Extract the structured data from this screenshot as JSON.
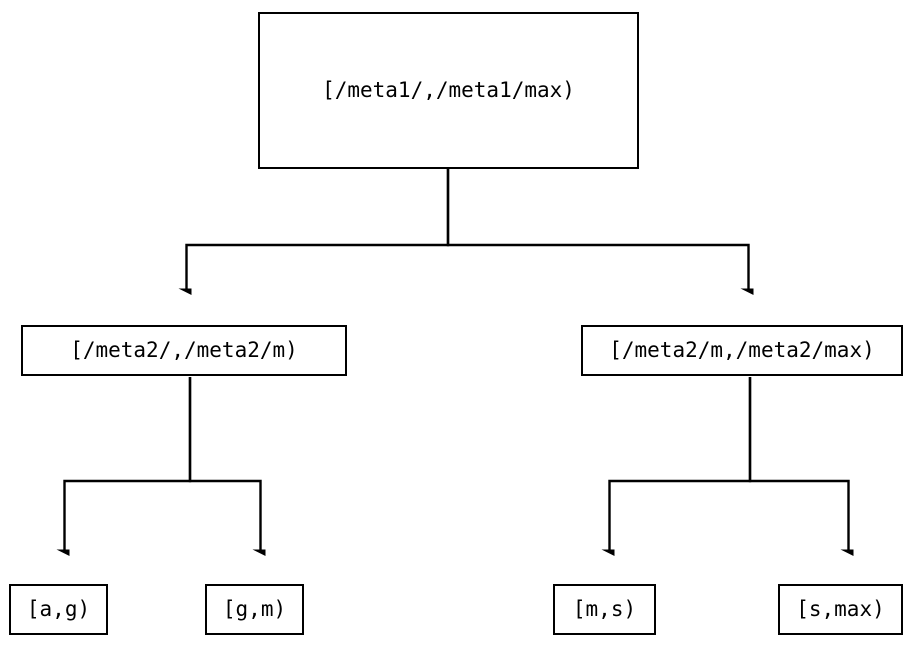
{
  "diagram": {
    "type": "tree",
    "orientation": "top-down",
    "background_color": "#ffffff",
    "line_color": "#000000",
    "box_border_color": "#000000",
    "box_fill_color": "#ffffff",
    "nodes": {
      "root": {
        "label": "[/meta1/,/meta1/max)"
      },
      "mid_left": {
        "label": "[/meta2/,/meta2/m)"
      },
      "mid_right": {
        "label": "[/meta2/m,/meta2/max)"
      },
      "leaf_ag": {
        "label": "[a,g)"
      },
      "leaf_gm": {
        "label": "[g,m)"
      },
      "leaf_ms": {
        "label": "[m,s)"
      },
      "leaf_smax": {
        "label": "[s,max)"
      }
    },
    "edges": [
      {
        "from": "root",
        "to": "mid_left",
        "arrow": "down"
      },
      {
        "from": "root",
        "to": "mid_right",
        "arrow": "down"
      },
      {
        "from": "mid_left",
        "to": "leaf_ag",
        "arrow": "down"
      },
      {
        "from": "mid_left",
        "to": "leaf_gm",
        "arrow": "down"
      },
      {
        "from": "mid_right",
        "to": "leaf_ms",
        "arrow": "down"
      },
      {
        "from": "mid_right",
        "to": "leaf_smax",
        "arrow": "down"
      }
    ]
  }
}
